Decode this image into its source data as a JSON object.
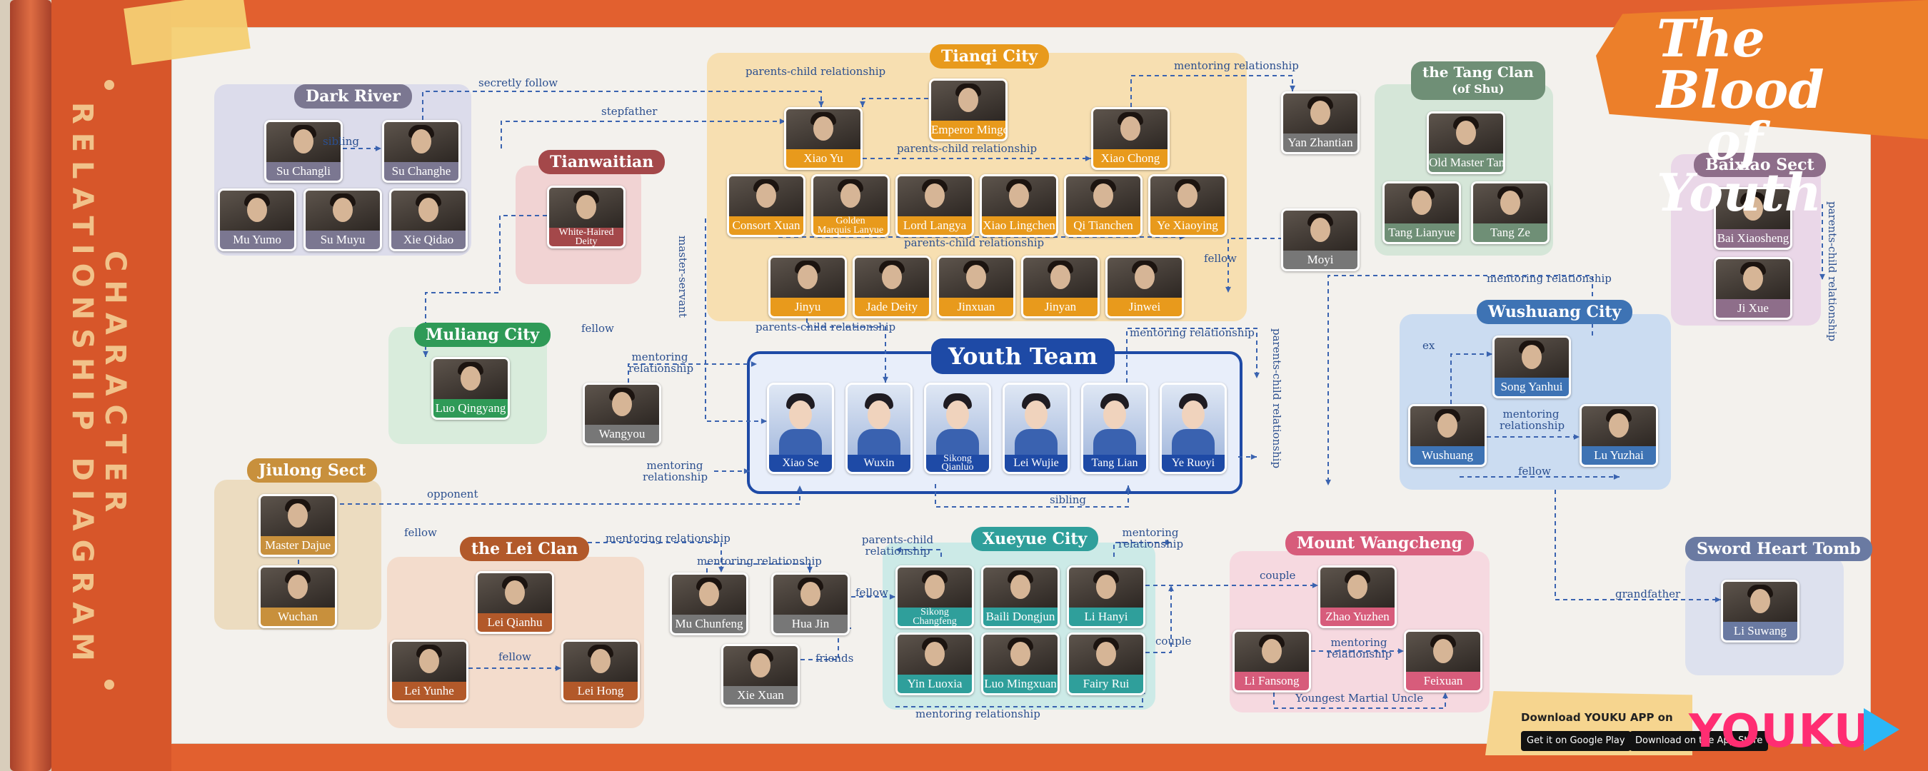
{
  "diagram_title": "CHARACTER RELATIONSHIP DIAGRAM",
  "logo": {
    "line1": "The Blood",
    "line2": "of Youth"
  },
  "branding": {
    "youku": "YOUKU",
    "download": "Download YOUKU APP on",
    "google_play": "Get it on Google Play",
    "app_store": "Download on the App Store"
  },
  "groups": {
    "dark_river": "Dark River",
    "tianqi_city": "Tianqi City",
    "tang_clan_1": "the Tang Clan",
    "tang_clan_2": "(of Shu)",
    "baixiao_sect": "Baixiao Sect",
    "tianwaitian": "Tianwaitian",
    "muliang_city": "Muliang City",
    "youth_team": "Youth Team",
    "wushuang_city": "Wushuang City",
    "jiulong_sect": "Jiulong Sect",
    "lei_clan": "the Lei Clan",
    "xueyue_city": "Xueyue City",
    "mount_wangcheng": "Mount Wangcheng",
    "sword_heart_tomb": "Sword Heart Tomb"
  },
  "characters": {
    "su_changli": "Su Changli",
    "su_changhe": "Su Changhe",
    "mu_yumo": "Mu Yumo",
    "su_muyu": "Su Muyu",
    "xie_qidao": "Xie Qidao",
    "emperor_mingde": "Emperor Mingde",
    "xiao_yu": "Xiao Yu",
    "xiao_chong": "Xiao Chong",
    "consort_xuan": "Consort Xuan",
    "golden_l1": "Golden",
    "golden_l2": "Marquis Lanyue",
    "lord_langya": "Lord Langya",
    "xiao_lingchen": "Xiao Lingchen",
    "qi_tianchen": "Qi Tianchen",
    "ye_xiaoying": "Ye Xiaoying",
    "jinyu": "Jinyu",
    "jade_deity": "Jade Deity",
    "jinxuan": "Jinxuan",
    "jinyan": "Jinyan",
    "jinwei": "Jinwei",
    "yan_zhantian": "Yan Zhantian",
    "moyi": "Moyi",
    "old_master_tang": "Old Master Tang",
    "tang_lianyue": "Tang Lianyue",
    "tang_ze": "Tang Ze",
    "bai_xiaosheng": "Bai Xiaosheng",
    "ji_xue": "Ji Xue",
    "white_haired_l1": "White-Haired",
    "white_haired_l2": "Deity",
    "luo_qingyang": "Luo Qingyang",
    "wangyou": "Wangyou",
    "xiao_se": "Xiao Se",
    "wuxin": "Wuxin",
    "sikong_l1": "Sikong",
    "sikong_l2": "Qianluo",
    "lei_wujie": "Lei Wujie",
    "tang_lian": "Tang Lian",
    "ye_ruoyi": "Ye Ruoyi",
    "song_yanhui": "Song Yanhui",
    "wushuang": "Wushuang",
    "lu_yuzhai": "Lu Yuzhai",
    "master_dajue": "Master Dajue",
    "wuchan": "Wuchan",
    "lei_qianhu": "Lei Qianhu",
    "lei_yunhe": "Lei Yunhe",
    "lei_hong": "Lei Hong",
    "mu_chunfeng": "Mu Chunfeng",
    "hua_jin": "Hua Jin",
    "xie_xuan": "Xie Xuan",
    "sikong_changfeng_l1": "Sikong",
    "sikong_changfeng_l2": "Changfeng",
    "baili_dongjun": "Baili Dongjun",
    "li_hanyi": "Li Hanyi",
    "yin_luoxia": "Yin Luoxia",
    "luo_mingxuan": "Luo Mingxuan",
    "fairy_rui": "Fairy Rui",
    "zhao_yuzhen": "Zhao Yuzhen",
    "li_fansong": "Li Fansong",
    "feixuan": "Feixuan",
    "li_suwang": "Li Suwang"
  },
  "relations": {
    "sibling_dark": "sibling",
    "secretly_follow": "secretly follow",
    "stepfather": "stepfather",
    "parents_child_top": "parents-child relationship",
    "mentoring_top": "mentoring relationship",
    "parents_child_mid": "parents-child relationship",
    "parents_child_lower": "parents-child relationship",
    "parents_child_yt": "parents-child relationship",
    "master_servant": "master-servant",
    "fellow_muliang": "fellow",
    "fellow_moyi": "fellow",
    "mentoring_wushuang": "mentoring relationship",
    "mentoring_yt_right": "mentoring relationship",
    "parents_child_right": "parents-child relationship",
    "parents_child_baixiao": "parents-child relationship",
    "mentoring_wangyou_1": "mentoring",
    "mentoring_wangyou_2": "relationship",
    "mentoring_xiaose_1": "mentoring",
    "mentoring_xiaose_2": "relationship",
    "ex": "ex",
    "mentoring_wushuang_inner_1": "mentoring",
    "mentoring_wushuang_inner_2": "relationship",
    "fellow_wushuang": "fellow",
    "opponent": "opponent",
    "fellow_jiulong": "fellow",
    "sibling_yt": "sibling",
    "mentoring_lei": "mentoring relationship",
    "parents_child_xueyue_1": "parents-child",
    "parents_child_xueyue_2": "relationship",
    "mentoring_xueyue_1": "mentoring",
    "mentoring_xueyue_2": "relationship",
    "mentoring_mu_hua": "mentoring relationship",
    "fellow_xueyue": "fellow",
    "fellow_lei": "fellow",
    "friends": "friends",
    "mentoring_bottom": "mentoring relationship",
    "couple_1": "couple",
    "couple_2": "couple",
    "mentoring_wangcheng_1": "mentoring",
    "mentoring_wangcheng_2": "relationship",
    "youngest_uncle": "Youngest Martial Uncle",
    "grandfather": "grandfather"
  },
  "colors": {
    "dark_river": "#7b7791",
    "tianqi": "#e89a1c",
    "tang": "#6f8f76",
    "baixiao": "#8e6e8a",
    "tianwaitian": "#a4484a",
    "muliang": "#2f9a57",
    "youth_team": "#1e4aa6",
    "wushuang": "#3e73b4",
    "jiulong": "#c8903c",
    "lei": "#b2592a",
    "xueyue": "#2f9f9b",
    "wangcheng": "#d75c7b",
    "sword_heart": "#6a7aa2",
    "neutral": "#777777",
    "edge": "#3a63b0"
  }
}
